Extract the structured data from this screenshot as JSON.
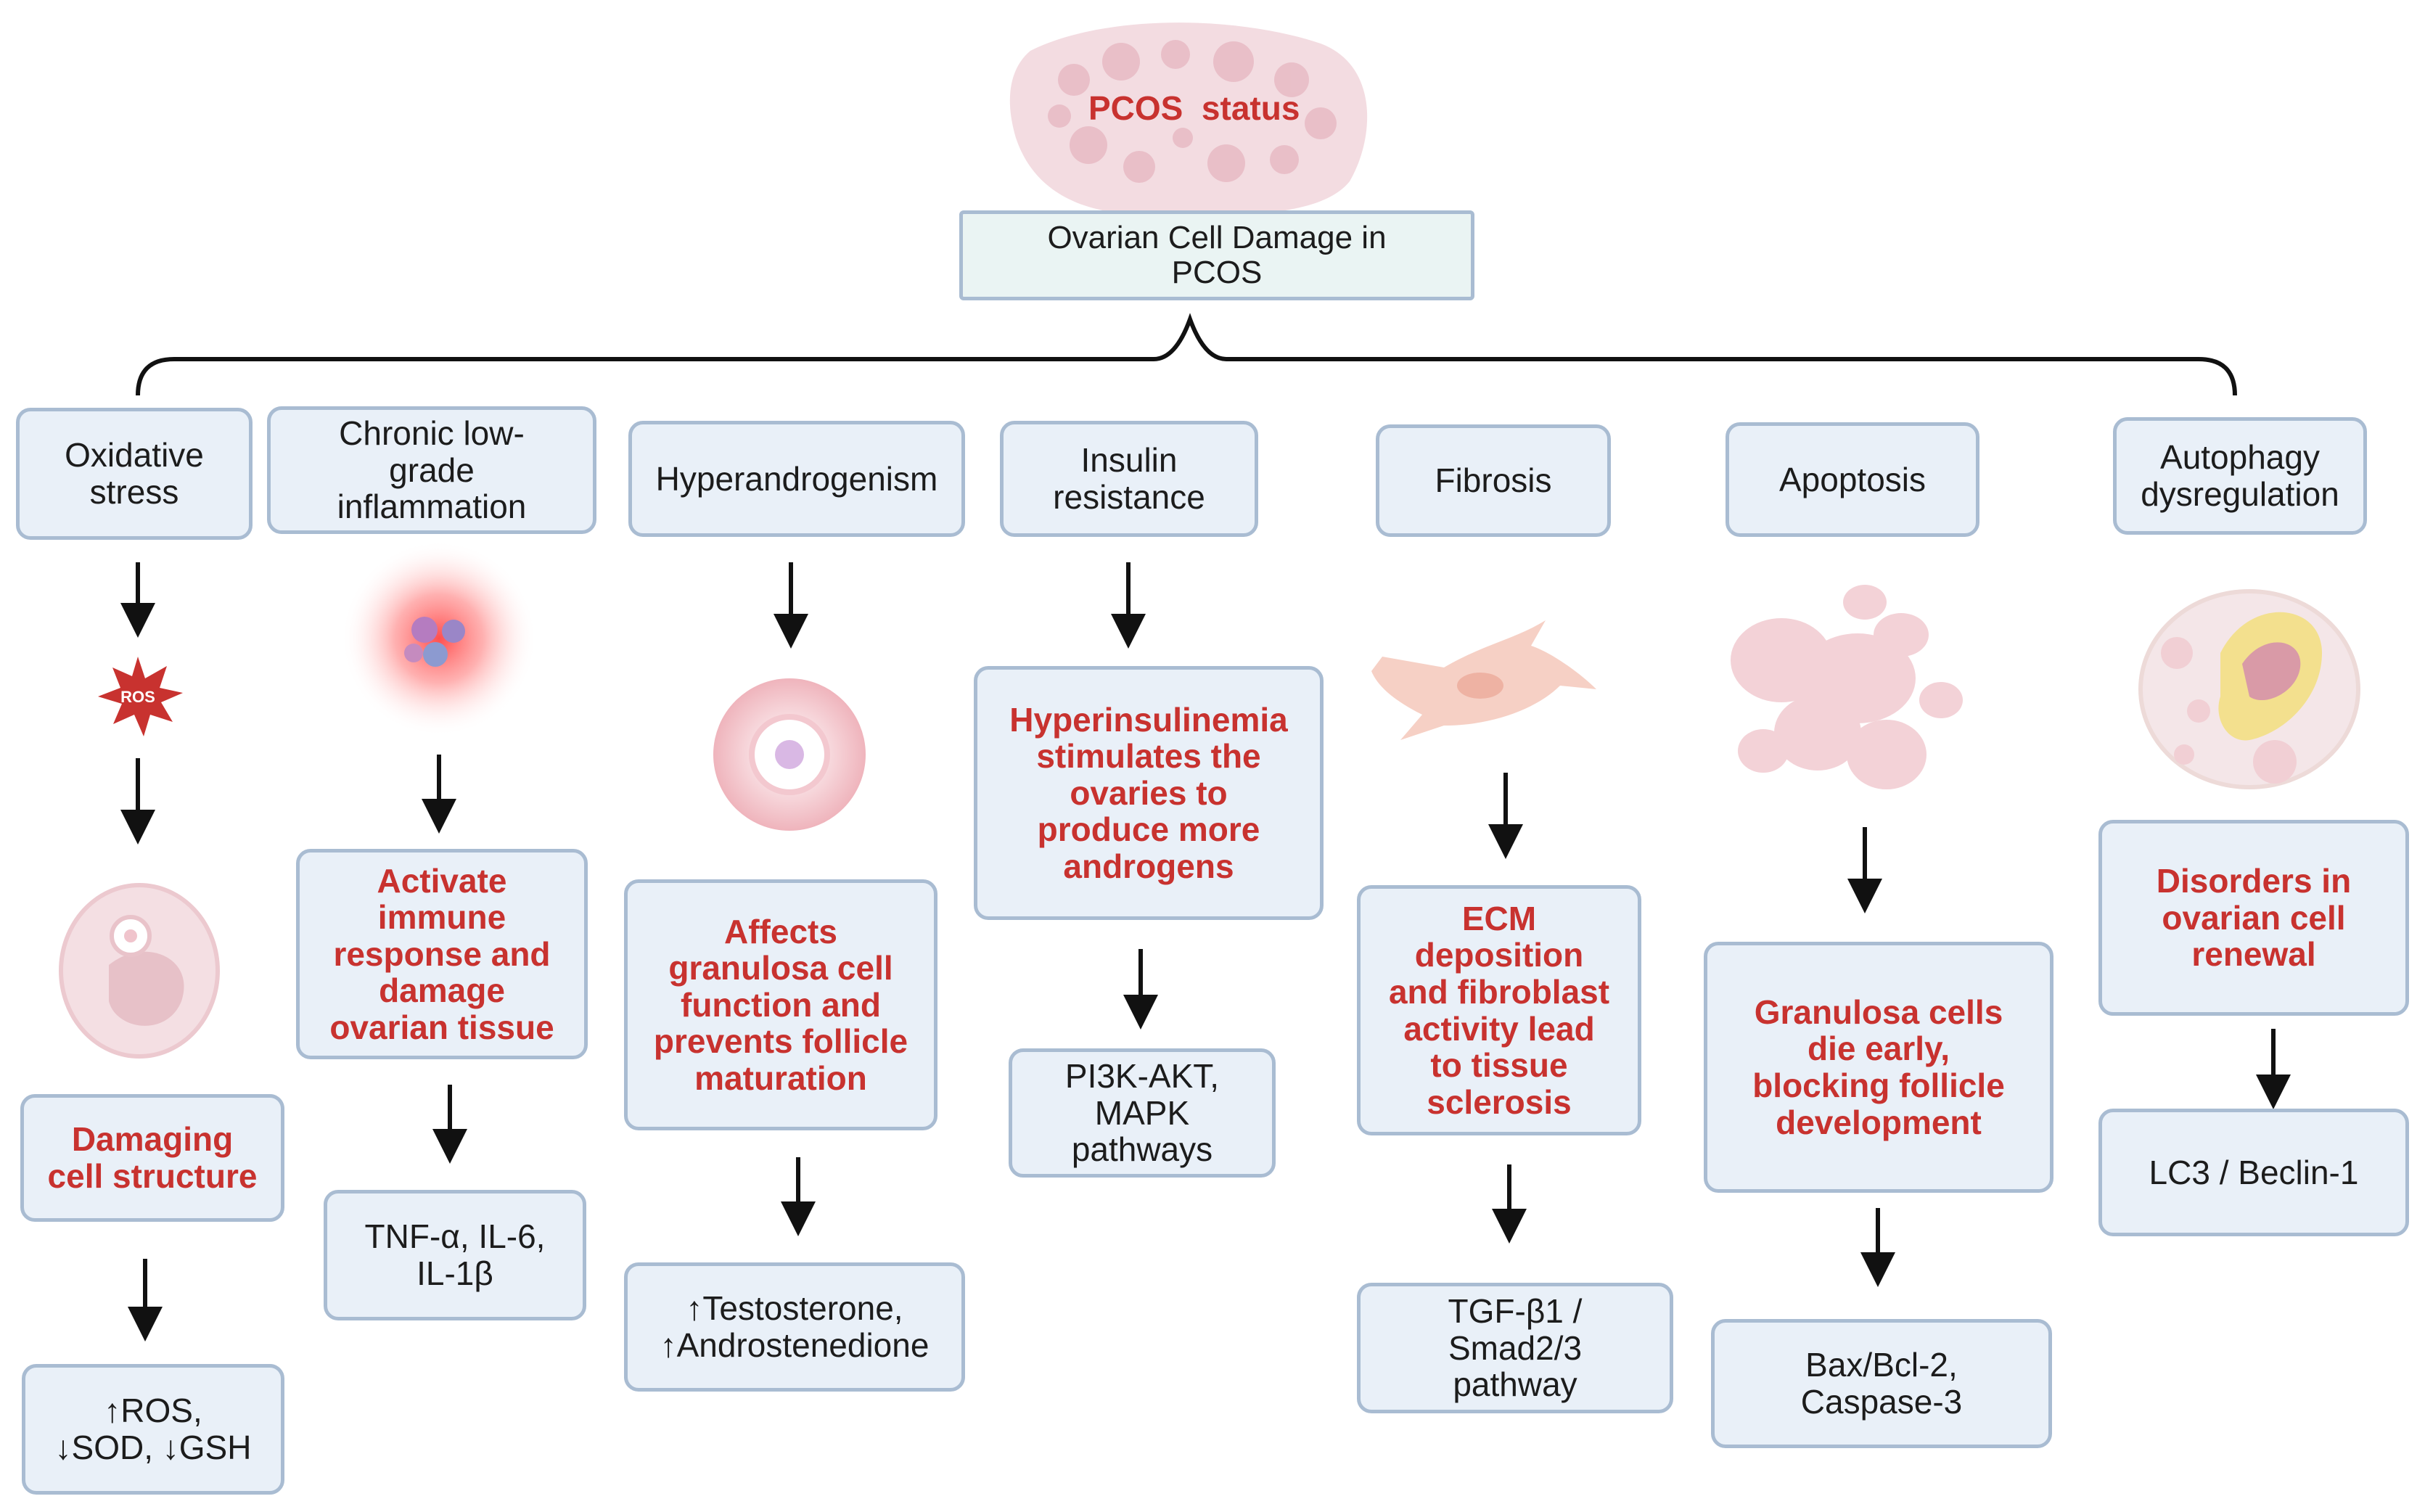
{
  "header": {
    "status": "PCOS  status",
    "root": "Ovarian Cell Damage in\nPCOS"
  },
  "columns": [
    {
      "id": "oxidative",
      "title": "Oxidative\nstress",
      "icon": "ros-burst-icon",
      "icon_text": "ROS",
      "icon2": "damaged-cell-icon",
      "effect": "Damaging\ncell structure",
      "markers": "↑ROS,\n↓SOD, ↓GSH"
    },
    {
      "id": "inflammation",
      "title": "Chronic low-\ngrade\ninflammation",
      "icon": "immune-cells-icon",
      "effect": "Activate\nimmune\nresponse and\ndamage\novarian tissue",
      "markers": "TNF-α, IL-6,\nIL-1β"
    },
    {
      "id": "hyperandrogenism",
      "title": "Hyperandrogenism",
      "icon": "follicle-icon",
      "effect": "Affects\ngranulosa cell\nfunction and\nprevents follicle\nmaturation",
      "markers": "↑Testosterone,\n↑Androstenedione"
    },
    {
      "id": "insulin",
      "title": "Insulin\nresistance",
      "effect": "Hyperinsulinemia\nstimulates the\novaries to\nproduce more\nandrogens",
      "markers": "PI3K-AKT,\nMAPK\npathways"
    },
    {
      "id": "fibrosis",
      "title": "Fibrosis",
      "icon": "fibroblast-icon",
      "effect": "ECM\ndeposition\nand fibroblast\nactivity lead\nto tissue\nsclerosis",
      "markers": "TGF-β1 /\nSmad2/3\npathway"
    },
    {
      "id": "apoptosis",
      "title": "Apoptosis",
      "icon": "apoptotic-cell-icon",
      "effect": "Granulosa cells\ndie early,\nblocking follicle\ndevelopment",
      "markers": "Bax/Bcl-2,\nCaspase-3"
    },
    {
      "id": "autophagy",
      "title": "Autophagy\ndysregulation",
      "icon": "ovary-section-icon",
      "effect": "Disorders in\novarian cell\nrenewal",
      "markers": "LC3 / Beclin-1"
    }
  ],
  "colors": {
    "accent_red": "#c8322f",
    "box_fill": "#e9f0f8",
    "box_border": "#a9bcd2",
    "arrow": "#111111"
  }
}
